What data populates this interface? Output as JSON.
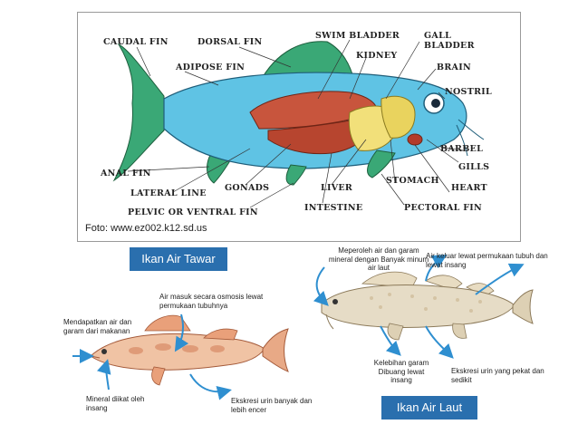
{
  "anatomy": {
    "labels": {
      "caudal_fin": "CAUDAL FIN",
      "dorsal_fin": "DORSAL FIN",
      "swim_bladder": "SWIM BLADDER",
      "gall_bladder_1": "GALL",
      "gall_bladder_2": "BLADDER",
      "adipose_fin": "ADIPOSE FIN",
      "kidney": "KIDNEY",
      "brain": "BRAIN",
      "nostril": "NOSTRIL",
      "barbel": "BARBEL",
      "gills": "GILLS",
      "heart": "HEART",
      "stomach": "STOMACH",
      "anal_fin": "ANAL FIN",
      "lateral_line": "LATERAL LINE",
      "gonads": "GONADS",
      "liver": "LIVER",
      "intestine": "INTESTINE",
      "pectoral_fin": "PECTORAL FIN",
      "pelvic_fin": "PELVIC OR VENTRAL FIN"
    },
    "credit": "Foto:  www.ez002.k12.sd.us"
  },
  "freshwater": {
    "title": "Ikan Air Tawar",
    "notes": {
      "osmosis": "Air masuk secara osmosis lewat permukaan tubuhnya",
      "intake": "Mendapatkan air dan garam dari makanan",
      "mineral": "Mineral diikat oleh insang",
      "urine": "Ekskresi urin banyak dan lebih encer"
    }
  },
  "saltwater": {
    "title": "Ikan Air Laut",
    "notes": {
      "intake": "Meperoleh air dan garam mineral dengan Banyak minum air laut",
      "out": "Air keluar lewat permukaan tubuh dan lewat insang",
      "salt": "Kelebihan garam Dibuang lewat insang",
      "urine": "Ekskresi urin yang pekat dan sedikit"
    }
  },
  "colors": {
    "body": "#5fc3e4",
    "fins": "#3aa876",
    "organs_red": "#c8553d",
    "organs_yellow": "#f2e07a",
    "badge": "#2a6fae",
    "arrow": "#2f8fd0"
  }
}
